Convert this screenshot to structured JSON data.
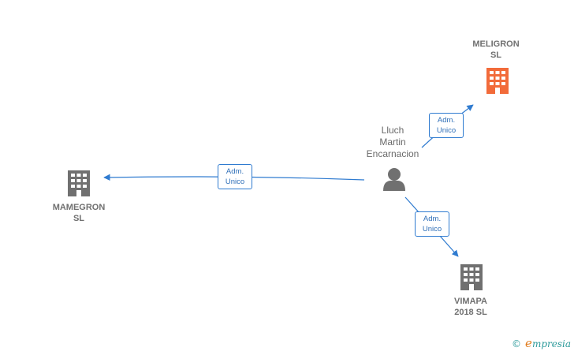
{
  "colors": {
    "edge": "#2f7bd0",
    "company_default": "#707070",
    "company_highlight": "#f26b3a",
    "person": "#707070"
  },
  "nodes": {
    "person": {
      "label_lines": [
        "Lluch",
        "Martin",
        "Encarnacion"
      ],
      "icon": "person-icon"
    },
    "meligron": {
      "label_lines": [
        "MELIGRON",
        "SL"
      ],
      "icon": "building-icon",
      "highlighted": true
    },
    "mamegron": {
      "label_lines": [
        "MAMEGRON",
        "SL"
      ],
      "icon": "building-icon",
      "highlighted": false
    },
    "vimapa": {
      "label_lines": [
        "VIMAPA",
        "2018  SL"
      ],
      "icon": "building-icon",
      "highlighted": false
    }
  },
  "edges": [
    {
      "from": "person",
      "to": "meligron",
      "label_lines": [
        "Adm.",
        "Unico"
      ]
    },
    {
      "from": "person",
      "to": "mamegron",
      "label_lines": [
        "Adm.",
        "Unico"
      ]
    },
    {
      "from": "person",
      "to": "vimapa",
      "label_lines": [
        "Adm.",
        "Unico"
      ]
    }
  ],
  "footer": {
    "copyright": "©",
    "brand_initial": "e",
    "brand_rest": "mpresia"
  }
}
